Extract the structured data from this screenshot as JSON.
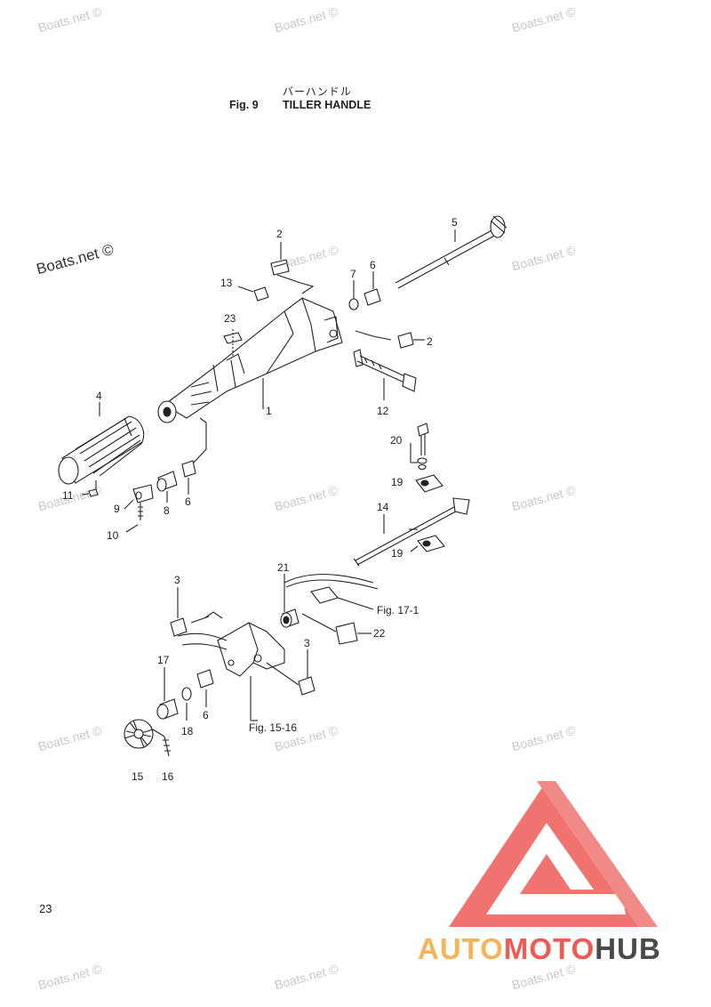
{
  "header": {
    "japanese_title": "バーハンドル",
    "fig_label": "Fig. 9",
    "title": "TILLER HANDLE"
  },
  "page_number": "23",
  "watermark": "Boats.net ©",
  "logo": {
    "part1": "AUTO",
    "part2": "MOTO",
    "part3": "HUB"
  },
  "callouts": {
    "n1": "1",
    "n2a": "2",
    "n2b": "2",
    "n3a": "3",
    "n3b": "3",
    "n4": "4",
    "n5": "5",
    "n6a": "6",
    "n6b": "6",
    "n6c": "6",
    "n7": "7",
    "n8": "8",
    "n9": "9",
    "n10": "10",
    "n11": "11",
    "n12": "12",
    "n13": "13",
    "n14": "14",
    "n15": "15",
    "n16": "16",
    "n17": "17",
    "n18": "18",
    "n19a": "19",
    "n19b": "19",
    "n20": "20",
    "n21": "21",
    "n22": "22",
    "n23": "23"
  },
  "references": {
    "fig17": "Fig. 17-1",
    "fig15": "Fig. 15-16"
  },
  "colors": {
    "line": "#222222",
    "watermark": "#c8c8c8",
    "logo_red": "#ef5a55",
    "logo_orange": "#f5b35a",
    "logo_dark": "#4a4a4a"
  }
}
